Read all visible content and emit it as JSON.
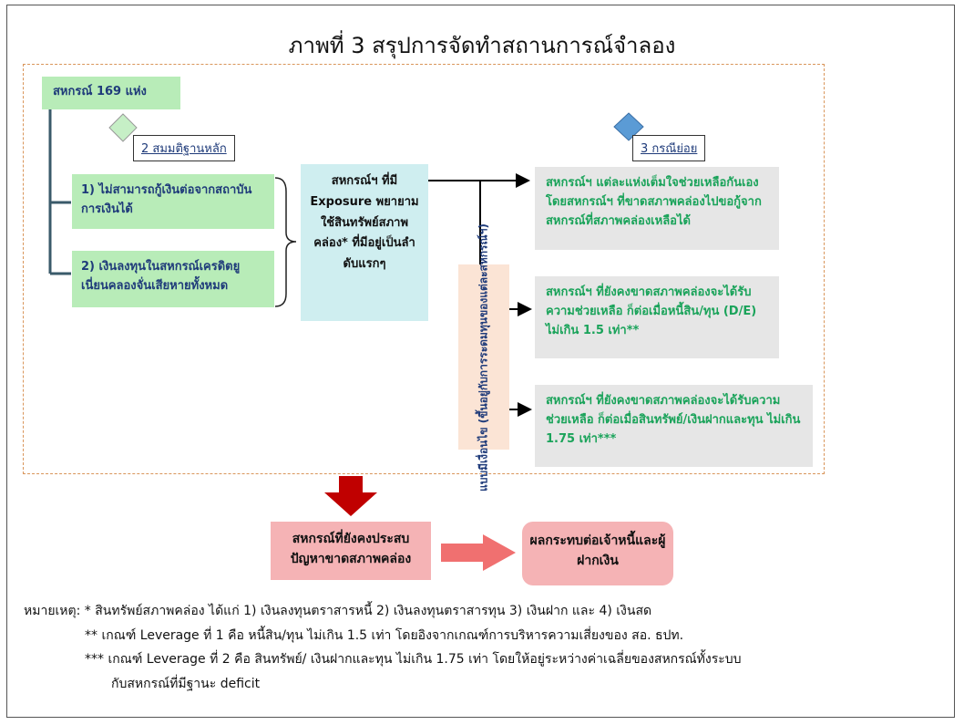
{
  "title": "ภาพที่ 3 สรุปการจัดทำสถานการณ์จำลอง",
  "coop_count": "สหกรณ์ 169 แห่ง",
  "assumptions_label": "2 สมมติฐานหลัก",
  "assumptions": [
    "1) ไม่สามารถกู้เงินต่อจากสถาบันการเงินได้",
    "2) เงินลงทุนในสหกรณ์เครดิตยูเนี่ยนคลองจั่นเสียหายทั้งหมด"
  ],
  "exposure_text": "สหกรณ์ฯ ที่มี Exposure พยายามใช้สินทรัพย์สภาพคล่อง* ที่มีอยู่เป็นลำดับแรกๆ",
  "vertical_text": "แบบมีเงื่อนไข (ขึ้นอยู่กับการระดมทุนของแต่ละสหกรณ์ฯ)",
  "cases_label": "3 กรณีย่อย",
  "cases": [
    "สหกรณ์ฯ แต่ละแห่งเต็มใจช่วยเหลือกันเอง โดยสหกรณ์ฯ ที่ขาดสภาพคล่องไปขอกู้จากสหกรณ์ที่สภาพคล่องเหลือได้",
    "สหกรณ์ฯ ที่ยังคงขาดสภาพคล่องจะได้รับความช่วยเหลือ ก็ต่อเมื่อหนี้สิน/ทุน (D/E) ไม่เกิน 1.5 เท่า**",
    "สหกรณ์ฯ ที่ยังคงขาดสภาพคล่องจะได้รับความช่วยเหลือ ก็ต่อเมื่อสินทรัพย์/เงินฝากและทุน ไม่เกิน 1.75 เท่า***"
  ],
  "outcome_left": "สหกรณ์ที่ยังคงประสบปัญหาขาดสภาพคล่อง",
  "outcome_right": "ผลกระทบต่อเจ้าหนี้และผู้ฝากเงิน",
  "notes": [
    "หมายเหตุ: * สินทรัพย์สภาพคล่อง ได้แก่ 1) เงินลงทุนตราสารหนี้ 2) เงินลงทุนตราสารทุน 3) เงินฝาก และ 4) เงินสด",
    "** เกณฑ์ Leverage ที่ 1 คือ หนี้สิน/ทุน ไม่เกิน 1.5 เท่า โดยอิงจากเกณฑ์การบริหารความเสี่ยงของ สอ. ธปท.",
    "*** เกณฑ์ Leverage ที่ 2 คือ สินทรัพย์/ เงินฝากและทุน ไม่เกิน 1.75 เท่า โดยให้อยู่ระหว่างค่าเฉลี่ยของสหกรณ์ทั้งระบบ",
    "กับสหกรณ์ที่มีฐานะ deficit"
  ],
  "colors": {
    "green_box": "#b8ecb8",
    "teal_box": "#cfeef0",
    "gray_box": "#e6e6e6",
    "case_text": "#1aa35a",
    "peach_box": "#fbe4d5",
    "pink_box": "#f5b3b5",
    "down_arrow": "#c00000",
    "right_arrow": "#f07070",
    "diamond_green": "#c6efc6",
    "diamond_blue": "#5b9bd5"
  }
}
